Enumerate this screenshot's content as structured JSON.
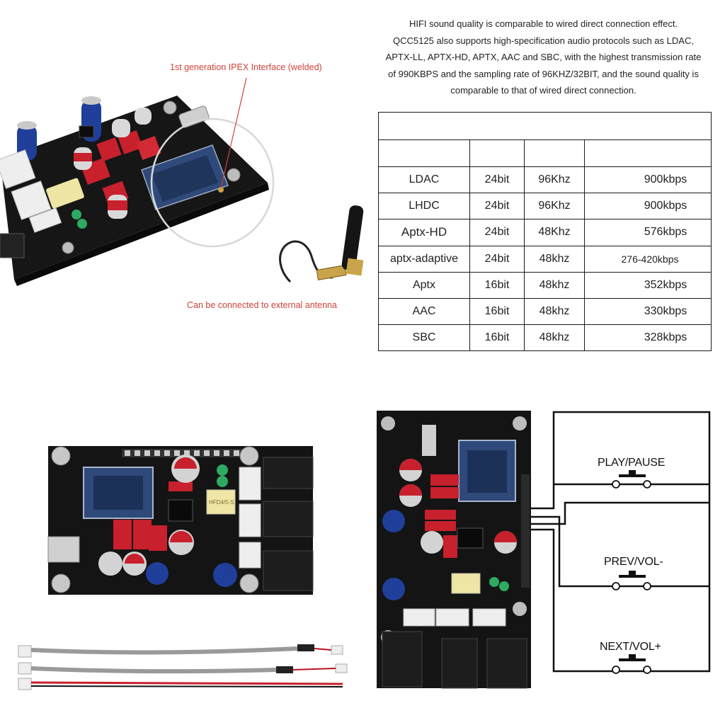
{
  "description": {
    "lines": [
      "HIFI sound quality is comparable to wired direct connection effect.",
      "QCC5125 also supports high-specification audio protocols such as LDAC,",
      "APTX-LL, APTX-HD, APTX, AAC and SBC, with the highest transmission rate",
      "of 990KBPS and the sampling rate of 96KHZ/32BIT, and the sound quality is",
      "comparable to that of wired direct connection."
    ]
  },
  "codec_table": {
    "rows": [
      {
        "codec": "LDAC",
        "bits": "24bit",
        "rate": "96Khz",
        "bitrate": "900kbps"
      },
      {
        "codec": "LHDC",
        "bits": "24bit",
        "rate": "96Khz",
        "bitrate": "900kbps"
      },
      {
        "codec": "Aptx-HD",
        "bits": "24bit",
        "rate": "48Khz",
        "bitrate": "576kbps"
      },
      {
        "codec": "aptx-adaptive",
        "bits": "24bit",
        "rate": "48khz",
        "bitrate": "276-420kbps"
      },
      {
        "codec": "Aptx",
        "bits": "16bit",
        "rate": "48khz",
        "bitrate": "352kbps"
      },
      {
        "codec": "AAC",
        "bits": "16bit",
        "rate": "48khz",
        "bitrate": "330kbps"
      },
      {
        "codec": "SBC",
        "bits": "16bit",
        "rate": "48khz",
        "bitrate": "328kbps"
      }
    ]
  },
  "callouts": {
    "ipex": "1st generation IPEX Interface (welded)",
    "antenna": "Can be connected to external antenna"
  },
  "wiring": {
    "buttons": [
      "PLAY/PAUSE",
      "PREV/VOL-",
      "NEXT/VOL+"
    ]
  },
  "board_markings": {
    "relay": "HFD4/5-S"
  },
  "colors": {
    "callout_red": "#d0433a",
    "pcb_black": "#141414",
    "capacitor_red": "#c8202c",
    "capacitor_blue": "#1f3f9a",
    "module_blue": "#2f4a7a",
    "connector_white": "#eeeeee"
  }
}
